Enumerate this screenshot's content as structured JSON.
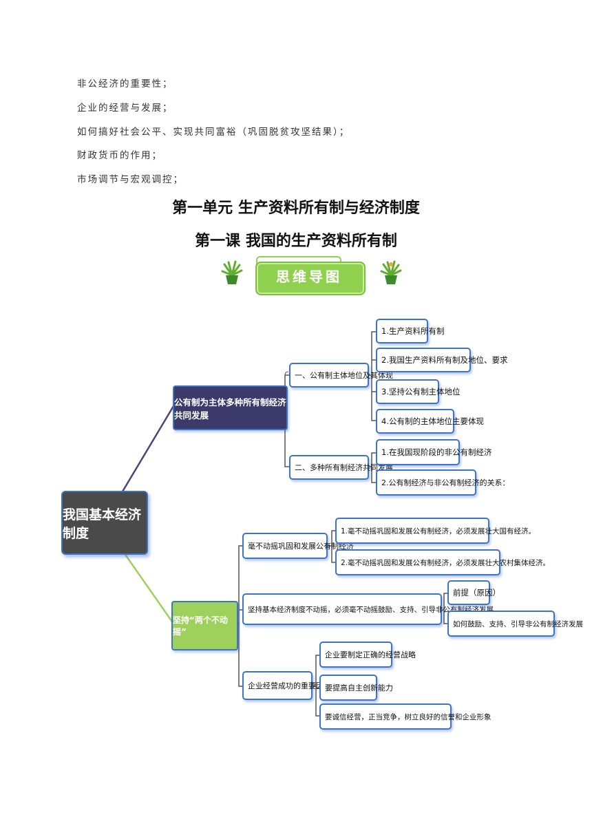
{
  "text_lines": [
    "非公经济的重要性；",
    "企业的经营与发展；",
    "如何搞好社会公平、实现共同富裕（巩固脱贫攻坚结果）；",
    "财政货币的作用；",
    "市场调节与宏观调控；"
  ],
  "unit_title": "第一单元  生产资料所有制与经济制度",
  "lesson_title": "第一课  我国的生产资料所有制",
  "banner_label": "思维导图",
  "mindmap": {
    "root": "我国基本经济制度",
    "branch1": {
      "label": "公有制为主体多种所有制经济共同发展",
      "sub1": {
        "label": "一、公有制主体地位及其体现",
        "items": [
          "1.生产资料所有制",
          "2.我国生产资料所有制及地位、要求",
          "3.坚持公有制主体地位",
          "4.公有制的主体地位主要体现"
        ]
      },
      "sub2": {
        "label": "二、多种所有制经济共同发展",
        "items": [
          "1.在我国现阶段的非公有制经济",
          "2.公有制经济与非公有制经济的关系："
        ]
      }
    },
    "branch2": {
      "label": "坚持“两个不动摇”",
      "sub1": {
        "label": "毫不动摇巩固和发展公有制经济",
        "items": [
          "1.毫不动摇巩固和发展公有制经济，必须发展壮大国有经济。",
          "2.毫不动摇巩固和发展公有制经济，必须发展壮大农村集体经济。"
        ]
      },
      "sub2": {
        "label": "坚持基本经济制度不动摇，必须毫不动摇鼓励、支持、引导非公有制经济发展。",
        "items": [
          "前提（原因）",
          "如何鼓励、支持、引导非公有制经济发展"
        ]
      },
      "sub3": {
        "label": "企业经营成功的重要因素",
        "items": [
          "企业要制定正确的经营战略",
          "要提高自主创新能力",
          "要诚信经营，正当竞争，树立良好的信誉和企业形象"
        ]
      }
    }
  }
}
